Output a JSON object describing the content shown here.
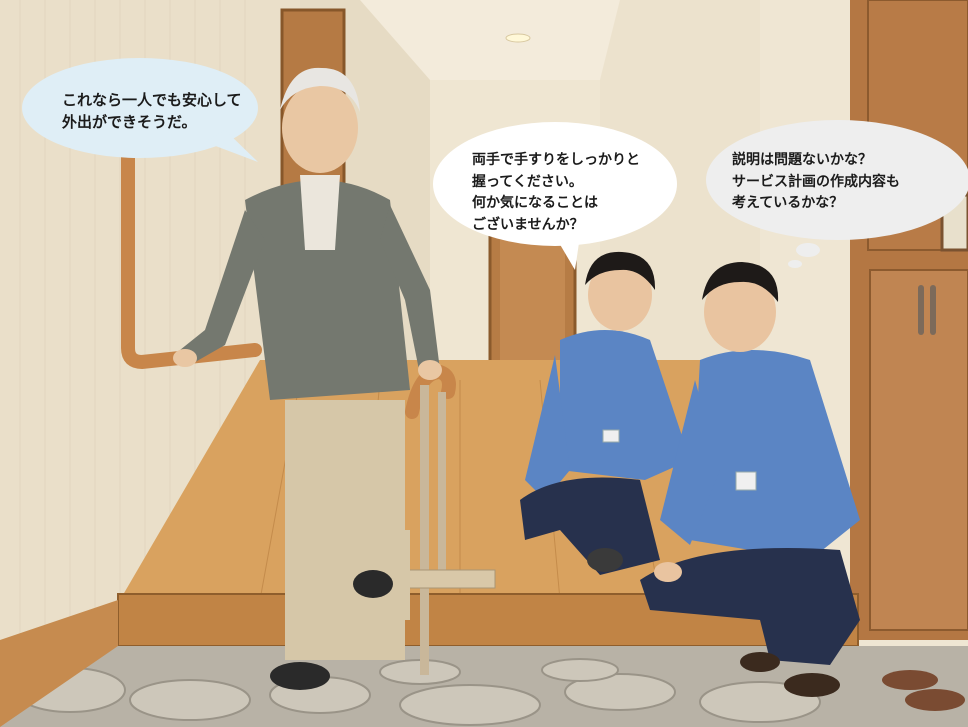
{
  "speech_elder": "これなら一人でも安心して\n外出ができそうだ。",
  "speech_staff": "両手で手すりをしっかりと\n握ってください。\n何か気になることは\nございませんか？",
  "thought_supervisor": "説明は問題ないかな？\nサービス計画の作成内容も\n考えているかな？"
}
